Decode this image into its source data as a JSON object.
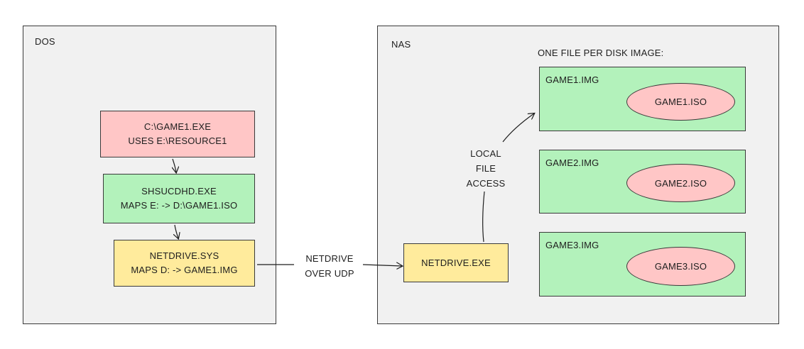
{
  "regions": {
    "dos": {
      "label": "DOS"
    },
    "nas": {
      "label": "NAS"
    }
  },
  "dos_nodes": {
    "game_exe": {
      "line1": "C:\\GAME1.EXE",
      "line2": "USES E:\\RESOURCE1",
      "color": "#ffc6c6"
    },
    "shsucdhd": {
      "line1": "SHSUCDHD.EXE",
      "line2": "MAPS E: -> D:\\GAME1.ISO",
      "color": "#b3f2bb"
    },
    "netdrive_sys": {
      "line1": "NETDRIVE.SYS",
      "line2": "MAPS D: -> GAME1.IMG",
      "color": "#ffeb9c"
    }
  },
  "nas_nodes": {
    "netdrive_exe": {
      "label": "NETDRIVE.EXE",
      "color": "#ffeb9c"
    },
    "images_heading": "ONE FILE PER DISK IMAGE:",
    "images": [
      {
        "img": "GAME1.IMG",
        "iso": "GAME1.ISO"
      },
      {
        "img": "GAME2.IMG",
        "iso": "GAME2.ISO"
      },
      {
        "img": "GAME3.IMG",
        "iso": "GAME3.ISO"
      }
    ]
  },
  "edge_labels": {
    "netdrive_udp": {
      "line1": "NETDRIVE",
      "line2": "OVER UDP"
    },
    "local_access": {
      "line1": "LOCAL",
      "line2": "FILE",
      "line3": "ACCESS"
    }
  }
}
